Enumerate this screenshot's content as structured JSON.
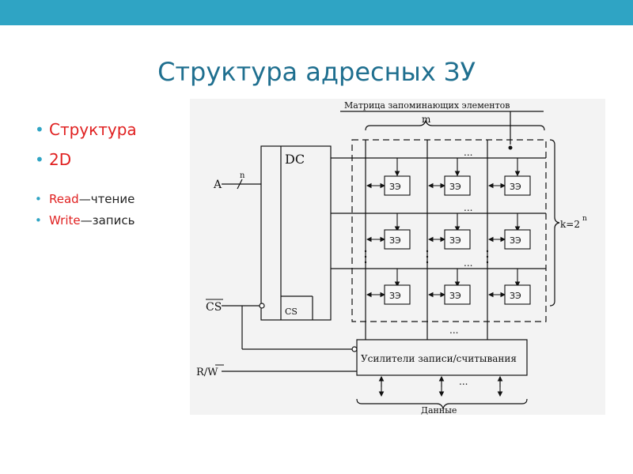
{
  "slide": {
    "title": "Структура адресных ЗУ",
    "bullets_large": [
      "Структура",
      "2D"
    ],
    "bullets_small": [
      {
        "term": "Read",
        "rest": "—чтение"
      },
      {
        "term": "Write",
        "rest": "—запись"
      }
    ]
  },
  "colors": {
    "topbar": "#2fa4c4",
    "title": "#1f6f8f",
    "accent": "#e02020"
  },
  "diagram": {
    "matrix_label": "Матрица запоминающих элементов",
    "m_label": "m",
    "decoder_label": "DC",
    "address_label": "A",
    "n_label": "n",
    "cs_label": "CS",
    "cs_pin_label": "CS",
    "rw_label": "R/W",
    "cell_label": "ЗЭ",
    "k_label": "k=2",
    "k_exp": "n",
    "amplifier_label": "Усилители записи/считывания",
    "data_label": "Данные",
    "dots": "..."
  }
}
